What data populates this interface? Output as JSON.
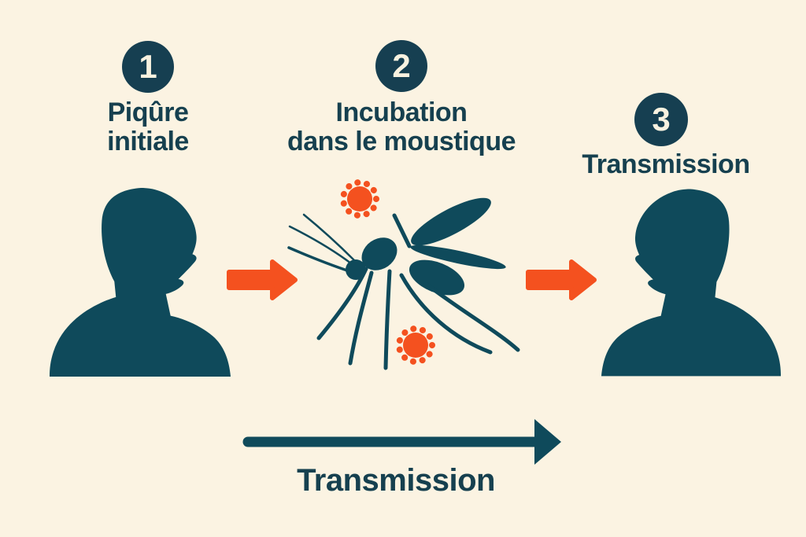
{
  "palette": {
    "background": "#FBF3E2",
    "navy_text": "#16404F",
    "circle_navy": "#163F51",
    "silhouette_teal": "#0F4A5B",
    "accent_orange": "#F4511F",
    "number_cream": "#F8F2E0"
  },
  "steps": [
    {
      "number": "1",
      "label_lines": [
        "Piqûre",
        "initiale"
      ]
    },
    {
      "number": "2",
      "label_lines": [
        "Incubation",
        "dans le moustique"
      ]
    },
    {
      "number": "3",
      "label_lines": [
        "Transmission"
      ]
    }
  ],
  "bottom_arrow_label": "Transmission",
  "icons": {
    "person_left": "person-profile-facing-right-silhouette",
    "person_right": "person-profile-facing-left-silhouette",
    "mosquito": "mosquito-silhouette",
    "virus_top": "virus-particle",
    "virus_bottom": "virus-particle",
    "arrow_1": "orange-right-arrow",
    "arrow_2": "orange-right-arrow",
    "arrow_bottom": "long-right-arrow"
  }
}
